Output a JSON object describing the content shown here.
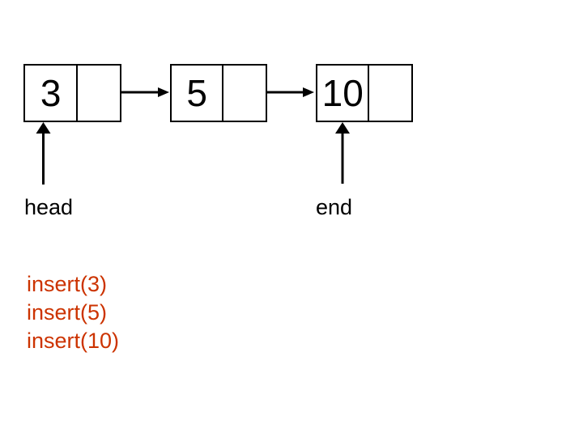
{
  "diagram": {
    "nodes": [
      {
        "value": "3"
      },
      {
        "value": "5"
      },
      {
        "value": "10"
      }
    ],
    "pointers": {
      "head_label": "head",
      "end_label": "end"
    },
    "operations": [
      "insert(3)",
      "insert(5)",
      "insert(10)"
    ],
    "colors": {
      "line": "#000000",
      "operations_text": "#cc3300",
      "background": "#ffffff"
    }
  }
}
